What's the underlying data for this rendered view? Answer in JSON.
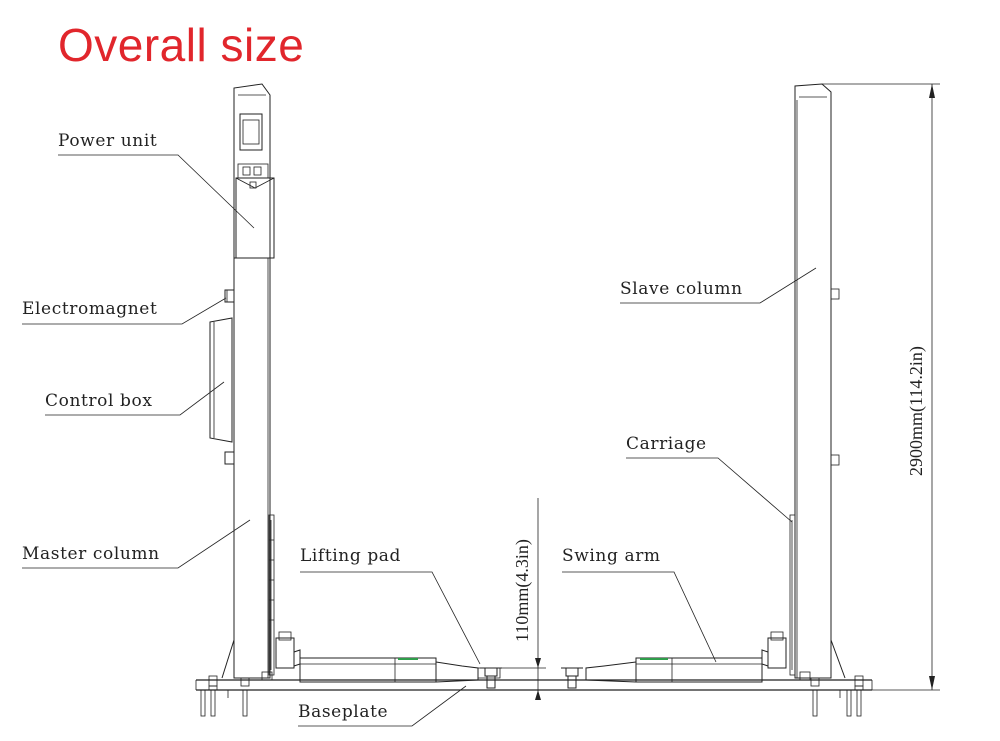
{
  "title": "Overall size",
  "labels": {
    "power_unit": "Power unit",
    "electromagnet": "Electromagnet",
    "control_box": "Control box",
    "master_column": "Master column",
    "lifting_pad": "Lifting pad",
    "swing_arm": "Swing arm",
    "slave_column": "Slave column",
    "carriage": "Carriage",
    "baseplate": "Baseplate"
  },
  "dimensions": {
    "height": "2900mm(114.2in)",
    "baseplate_height": "110mm(4.3in)"
  },
  "colors": {
    "title": "#e1262c",
    "line": "#222222",
    "accent": "#2e9e4a"
  }
}
